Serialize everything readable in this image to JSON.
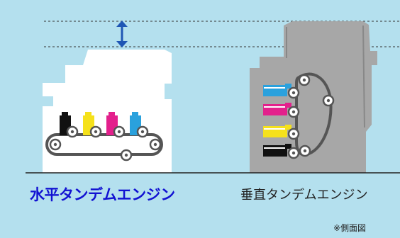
{
  "labels": {
    "horizontal": "水平タンデムエンジン",
    "vertical": "垂直タンデムエンジン",
    "note": "※側面図"
  },
  "icons": {
    "height_arrow": "double-headed-vertical-arrow"
  },
  "colors": {
    "background": "#b4e0ee",
    "horizontal_label": "#1212d2",
    "machine_white": "#ffffff",
    "machine_gray": "#a7a7a7",
    "belt": "#555555",
    "arrow": "#1f56b4",
    "toner": [
      "#111111",
      "#f5e11b",
      "#e3208c",
      "#2aa1dd"
    ]
  }
}
